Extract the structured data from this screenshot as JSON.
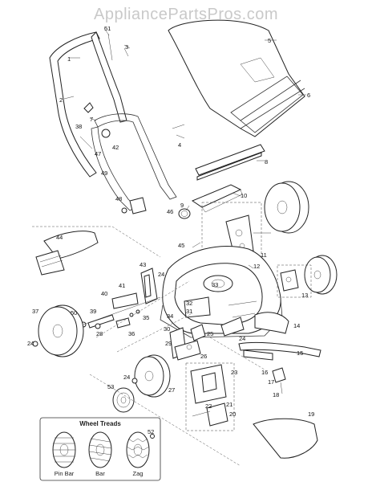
{
  "watermark": "AppliancePartsPros.com",
  "labels": {
    "p1": "1",
    "p2": "2",
    "p3": "3",
    "p4": "4",
    "p5": "5",
    "p6": "6",
    "p7": "7",
    "p8": "8",
    "p9": "9",
    "p10": "10",
    "p11": "11",
    "p12": "12",
    "p13": "13",
    "p14": "14",
    "p15": "15",
    "p16": "16",
    "p17": "17",
    "p18": "18",
    "p19": "19",
    "p20": "20",
    "p21": "21",
    "p22": "22",
    "p23": "23",
    "p24": "24",
    "p25": "25",
    "p26": "26",
    "p27": "27",
    "p28": "28",
    "p29": "29",
    "p30": "30",
    "p31": "31",
    "p32": "32",
    "p33": "33",
    "p34": "34",
    "p35": "35",
    "p36": "36",
    "p37": "37",
    "p38": "38",
    "p39": "39",
    "p40": "40",
    "p41": "41",
    "p42": "42",
    "p43": "43",
    "p44": "44",
    "p45": "45",
    "p46": "46",
    "p47": "47",
    "p48": "48",
    "p49": "49",
    "p50": "50",
    "p51": "51",
    "p52": "52",
    "p53": "53"
  },
  "treads": {
    "title": "Wheel Treads",
    "items": [
      "Pin Bar",
      "Bar",
      "Zag"
    ]
  }
}
